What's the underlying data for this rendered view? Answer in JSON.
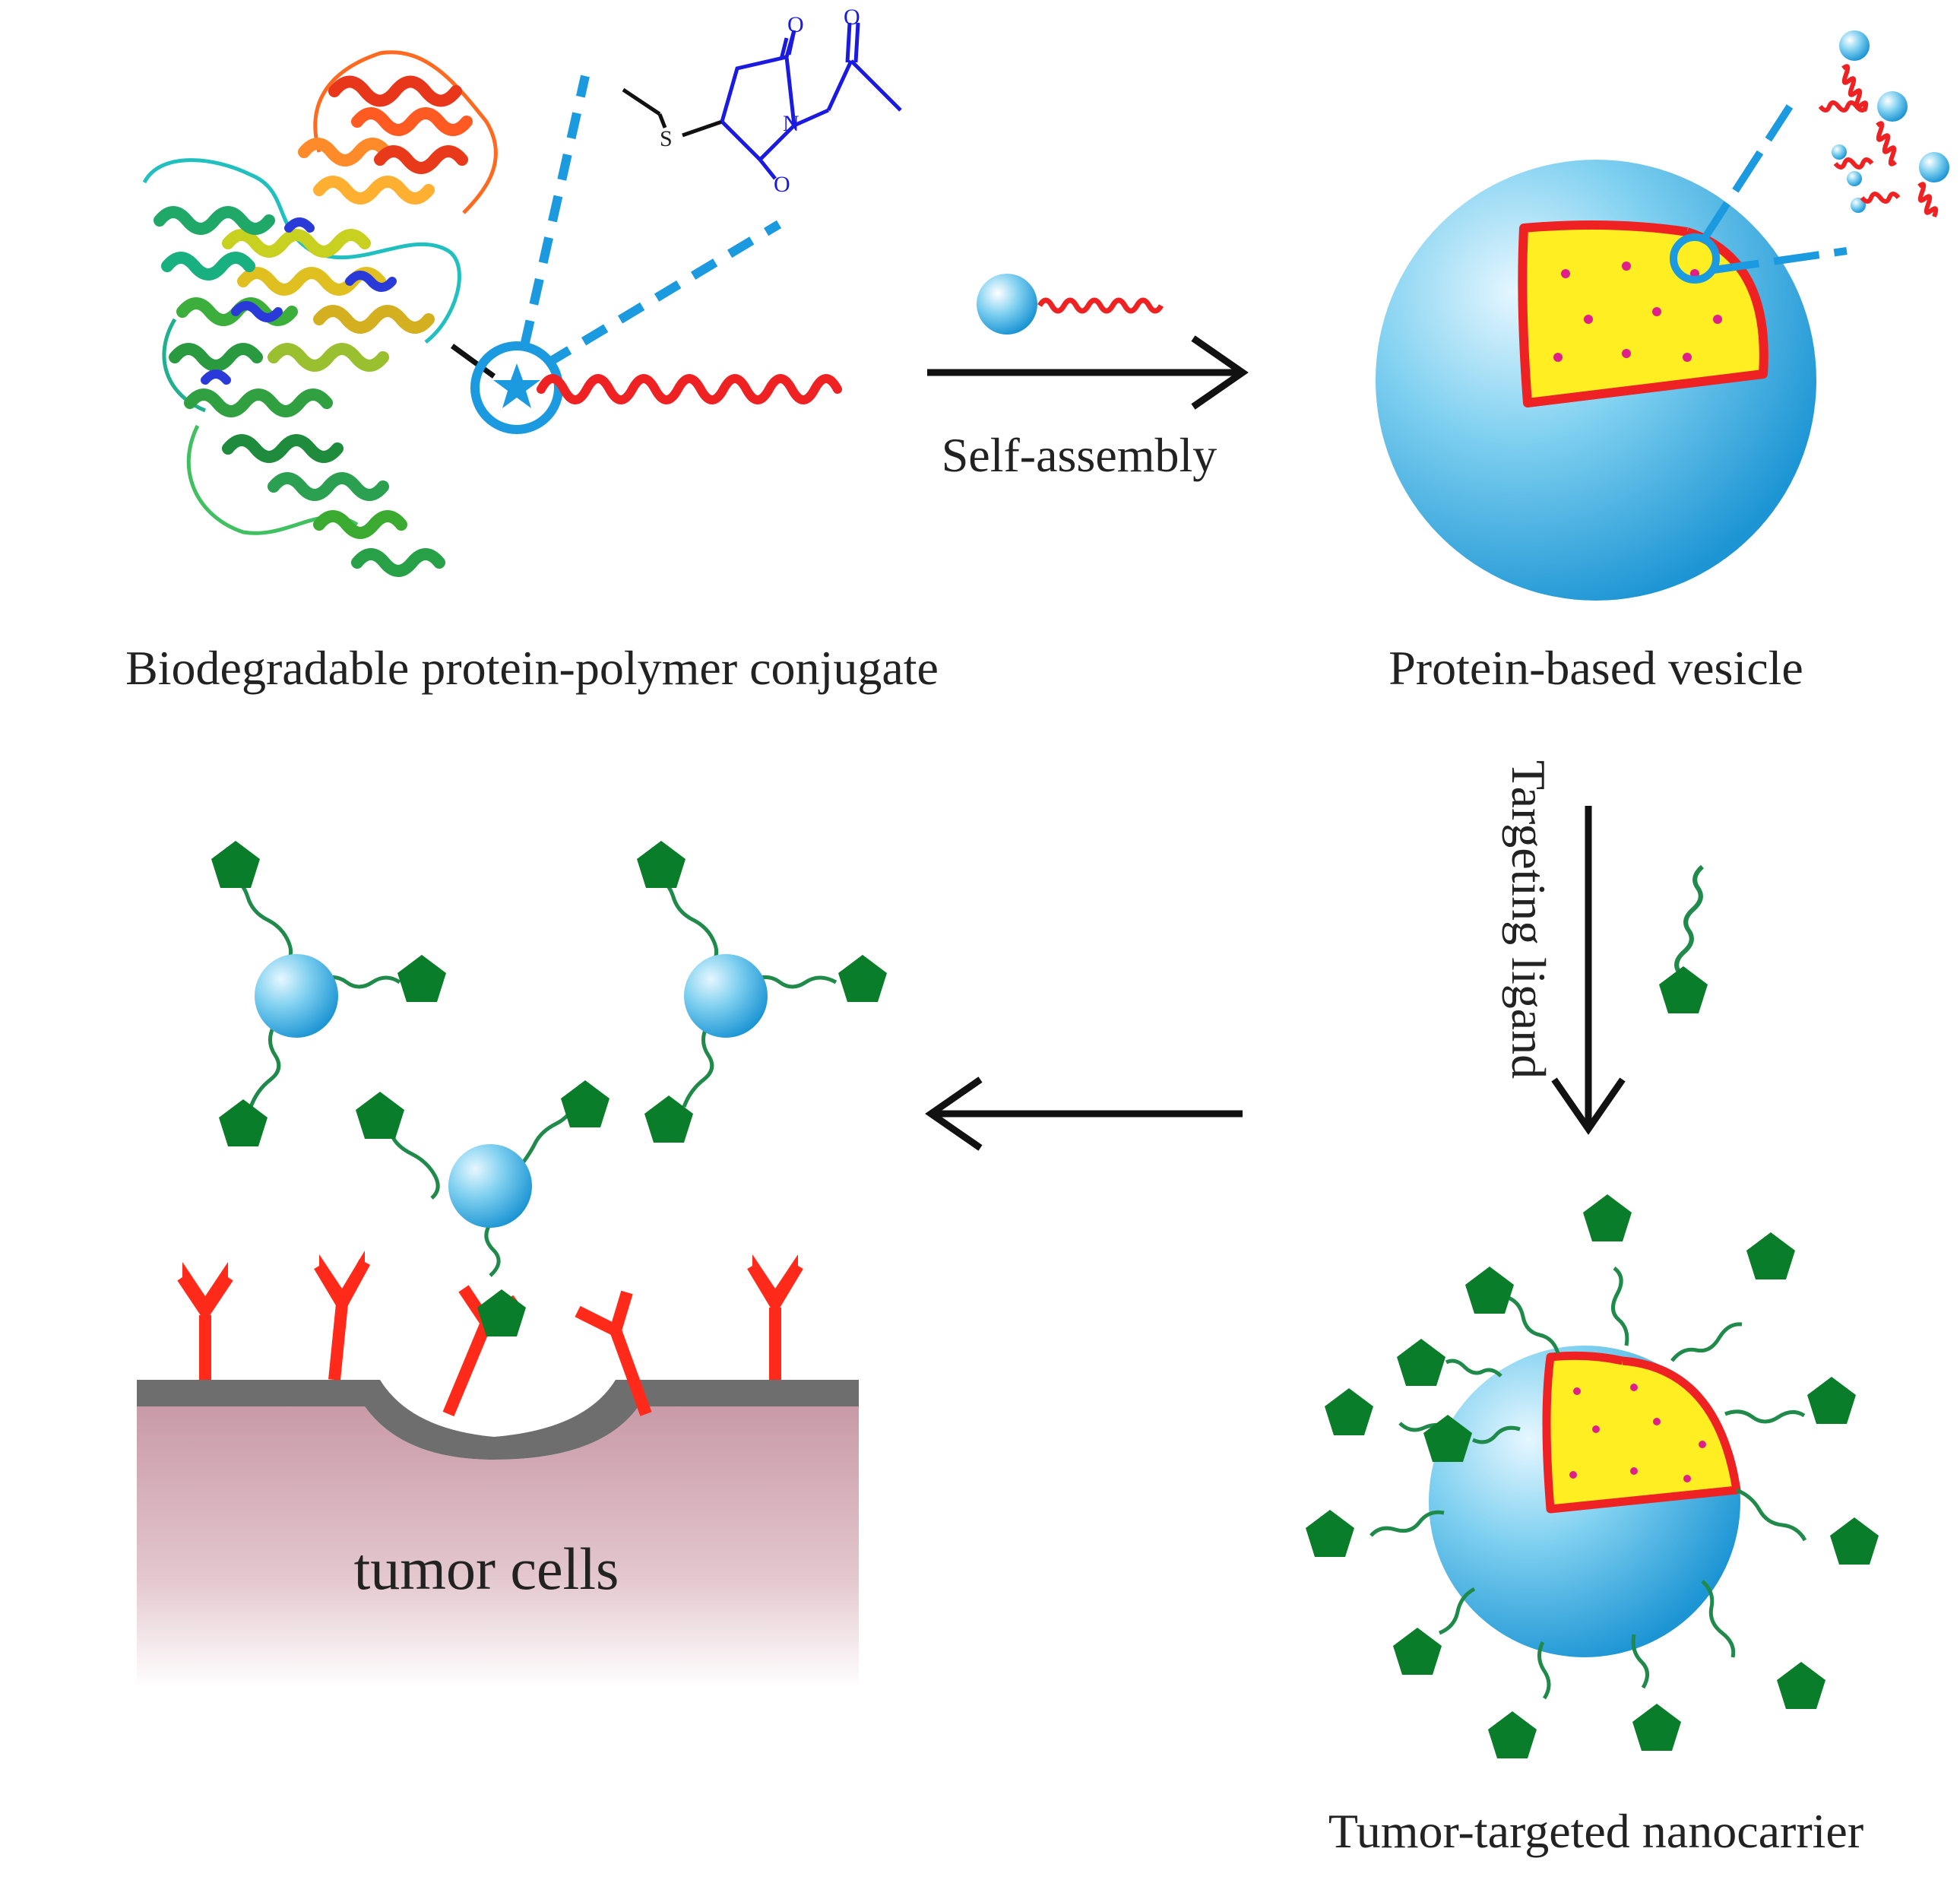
{
  "labels": {
    "conjugate": "Biodegradable protein-polymer conjugate",
    "vesicle": "Protein-based vesicle",
    "nanocarrier": "Tumor-targeted nanocarrier",
    "self_assembly": "Self-assembly",
    "targeting_ligand": "Targeting ligand",
    "tumor_cells": "tumor cells"
  },
  "chemical_atoms": {
    "sulfur": "S",
    "nitrogen": "N",
    "oxygen_top": "O",
    "oxygen_bottom": "O",
    "oxygen_acetyl": "O"
  },
  "colors": {
    "sphere": "#29a8df",
    "sphere_light": "#e6f7ff",
    "polymer": "#ee2222",
    "core_fill": "#ffee22",
    "core_dots": "#e0208a",
    "ligand": "#0a7d2a",
    "ligand_chain": "#1f8a4a",
    "receptor": "#ff2a1a",
    "membrane": "#6e6e6e",
    "cell_body": "#d9aeba",
    "dashed_connector": "#1b9ae0",
    "chem_blue": "#1a1ae0",
    "arrow": "#111111"
  },
  "icons": {
    "protein": "protein-ribbon-structure",
    "star": "star-icon",
    "ligand": "pentagon-ligand-icon"
  }
}
